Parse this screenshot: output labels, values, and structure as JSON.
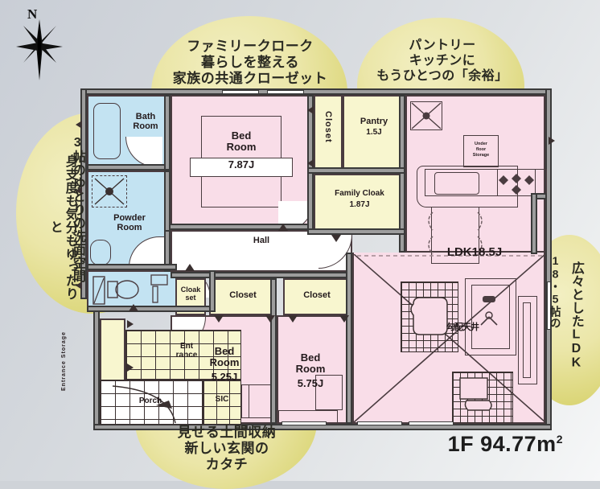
{
  "plan": {
    "floor_area_label": "1F 94.77m",
    "floor_area_sup": "2",
    "compass_north": "N"
  },
  "callouts": [
    {
      "name": "family-cloak",
      "lines": "ファミリークローク\n暮らしを整える\n家族の共通クローゼット"
    },
    {
      "name": "pantry",
      "lines": "パントリー\nキッチンに\nもうひとつの「余裕」"
    },
    {
      "name": "powder",
      "line1": "3帖のゆとりの洗面空間",
      "line2": "身支度も気分もゆったりと"
    },
    {
      "name": "ldk",
      "line1": "18・5帖の",
      "line2": "広々としたLDK"
    },
    {
      "name": "entrance",
      "lines": "見せる土間収納\n新しい玄関の\nカタチ"
    }
  ],
  "rooms": {
    "bath": {
      "label": "Bath\nRoom"
    },
    "powder": {
      "label": "Powder\nRoom"
    },
    "bed_main": {
      "name": "Bed\nRoom",
      "size": "7.87J"
    },
    "bed_left": {
      "name": "Bed\nRoom",
      "size": "5.25J"
    },
    "bed_right": {
      "name": "Bed\nRoom",
      "size": "5.75J"
    },
    "hall": {
      "label": "Hall"
    },
    "closet_top": {
      "label": "Closet"
    },
    "pantry": {
      "name": "Pantry",
      "size": "1.5J"
    },
    "family_cloak": {
      "name": "Family Cloak",
      "size": "1.87J"
    },
    "cloak_set": {
      "label": "Cloak\nset"
    },
    "closet_left": {
      "label": "Closet"
    },
    "closet_right": {
      "label": "Closet"
    },
    "ldk": {
      "label": "LDK18.5J"
    },
    "entrance": {
      "label": "Ent\nrance"
    },
    "porch": {
      "label": "Porch"
    },
    "sic": {
      "label": "SIC"
    },
    "entrance_storage": {
      "label": "Entrance Storage"
    },
    "sloped_ceiling": {
      "label": "勾配天井"
    },
    "utility_storage": {
      "label": "Under\nfloor\nStorage"
    }
  },
  "colors": {
    "bubble": "#e3de8e",
    "pink": "#f9dde8",
    "blue": "#c3e3f2",
    "cream": "#f8f6cf",
    "wall": "#9d9d9d",
    "outline": "#3a3a3a"
  }
}
